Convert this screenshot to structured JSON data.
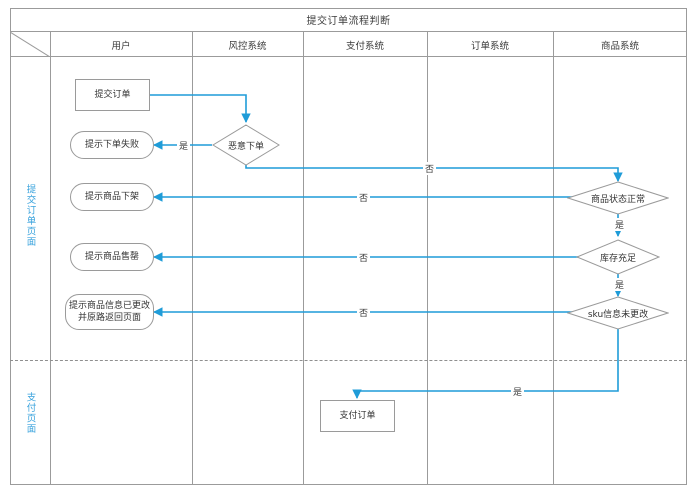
{
  "diagram": {
    "title": "提交订单流程判断",
    "type": "swimlane-flowchart",
    "line_color": "#1f9cd8",
    "lane_label_color": "#3aa3dd",
    "border_color": "#9b9b9b",
    "columns": [
      {
        "id": "corner",
        "label": ""
      },
      {
        "id": "user",
        "label": "用户"
      },
      {
        "id": "riskctl",
        "label": "风控系统"
      },
      {
        "id": "payment",
        "label": "支付系统"
      },
      {
        "id": "order",
        "label": "订单系统"
      },
      {
        "id": "product",
        "label": "商品系统"
      }
    ],
    "lanes": [
      {
        "id": "submit-page",
        "label": "提交订单页面"
      },
      {
        "id": "pay-page",
        "label": "支付页面"
      }
    ],
    "nodes": [
      {
        "id": "submit-order",
        "shape": "rect",
        "label": "提交订单",
        "lane": "submit-page",
        "column": "user"
      },
      {
        "id": "tip-order-failed",
        "shape": "rounded",
        "label": "提示下单失败",
        "lane": "submit-page",
        "column": "user"
      },
      {
        "id": "tip-product-offline",
        "shape": "rounded",
        "label": "提示商品下架",
        "lane": "submit-page",
        "column": "user"
      },
      {
        "id": "tip-product-soldout",
        "shape": "rounded",
        "label": "提示商品售罄",
        "lane": "submit-page",
        "column": "user"
      },
      {
        "id": "tip-product-changed",
        "shape": "rounded",
        "label": "提示商品信息已更改并原路返回页面",
        "lane": "submit-page",
        "column": "user"
      },
      {
        "id": "malicious-order",
        "shape": "diamond",
        "label": "恶意下单",
        "lane": "submit-page",
        "column": "riskctl"
      },
      {
        "id": "product-status-ok",
        "shape": "diamond",
        "label": "商品状态正常",
        "lane": "submit-page",
        "column": "product"
      },
      {
        "id": "stock-enough",
        "shape": "diamond",
        "label": "库存充足",
        "lane": "submit-page",
        "column": "product"
      },
      {
        "id": "sku-unchanged",
        "shape": "diamond",
        "label": "sku信息未更改",
        "lane": "submit-page",
        "column": "product"
      },
      {
        "id": "pay-order",
        "shape": "rect",
        "label": "支付订单",
        "lane": "pay-page",
        "column": "payment"
      }
    ],
    "edges": [
      {
        "id": "e1",
        "from": "submit-order",
        "to": "malicious-order",
        "label": ""
      },
      {
        "id": "e2",
        "from": "malicious-order",
        "to": "tip-order-failed",
        "label": "是"
      },
      {
        "id": "e3",
        "from": "malicious-order",
        "to": "product-status-ok",
        "label": "否"
      },
      {
        "id": "e4",
        "from": "product-status-ok",
        "to": "tip-product-offline",
        "label": "否"
      },
      {
        "id": "e5",
        "from": "product-status-ok",
        "to": "stock-enough",
        "label": "是"
      },
      {
        "id": "e6",
        "from": "stock-enough",
        "to": "tip-product-soldout",
        "label": "否"
      },
      {
        "id": "e7",
        "from": "stock-enough",
        "to": "sku-unchanged",
        "label": "是"
      },
      {
        "id": "e8",
        "from": "sku-unchanged",
        "to": "tip-product-changed",
        "label": "否"
      },
      {
        "id": "e9",
        "from": "sku-unchanged",
        "to": "pay-order",
        "label": "是"
      }
    ],
    "edge_labels": {
      "malicious_yes": "是",
      "malicious_no": "否",
      "status_no": "否",
      "status_yes": "是",
      "stock_no": "否",
      "stock_yes": "是",
      "sku_no": "否",
      "sku_yes": "是"
    }
  }
}
